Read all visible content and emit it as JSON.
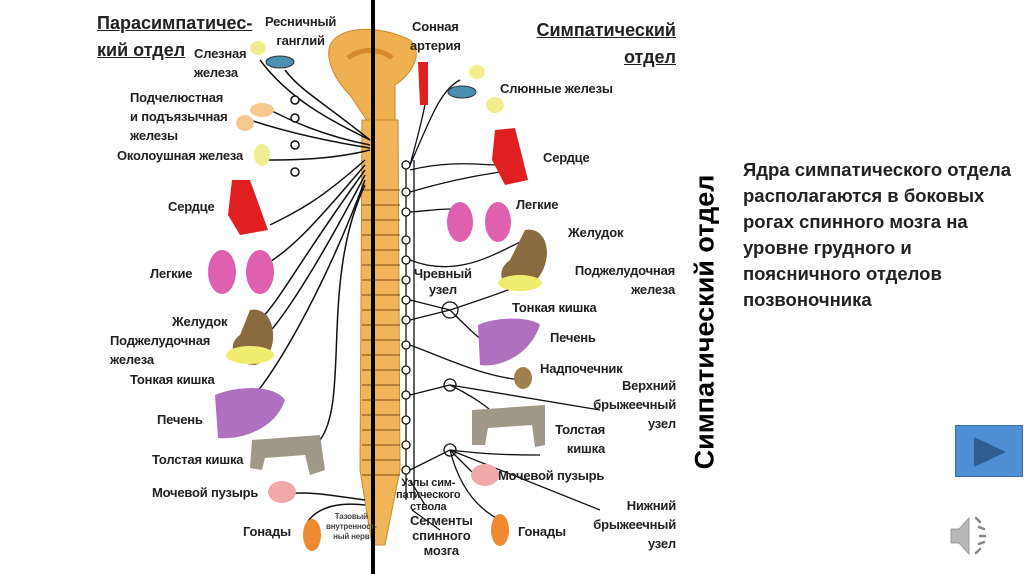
{
  "diagram": {
    "parasympathetic": {
      "title_line1": "Парасимпатичес-",
      "title_line2": "кий отдел",
      "labels": {
        "ciliary_ganglion_1": "Ресничный",
        "ciliary_ganglion_2": "ганглий",
        "lacrimal_1": "Слезная",
        "lacrimal_2": "железа",
        "submandibular_1": "Подчелюстная",
        "submandibular_2": "и подъязычная",
        "submandibular_3": "железы",
        "parotid": "Околоушная железа",
        "heart": "Сердце",
        "lungs": "Легкие",
        "stomach": "Желудок",
        "pancreas_1": "Поджелудочная",
        "pancreas_2": "железа",
        "small_intestine": "Тонкая кишка",
        "liver": "Печень",
        "large_intestine": "Толстая кишка",
        "bladder": "Мочевой пузырь",
        "gonads": "Гонады",
        "pelvic_nerve_1": "Тазовый",
        "pelvic_nerve_2": "внутренност-",
        "pelvic_nerve_3": "ный нерв"
      }
    },
    "sympathetic": {
      "title_line1": "Симпатический",
      "title_line2": "отдел",
      "labels": {
        "carotid_1": "Сонная",
        "carotid_2": "артерия",
        "salivary": "Слюнные железы",
        "heart": "Сердце",
        "lungs": "Легкие",
        "stomach": "Желудок",
        "pancreas_1": "Поджелудочная",
        "pancreas_2": "железа",
        "celiac_1": "Чревный",
        "celiac_2": "узел",
        "small_intestine": "Тонкая кишка",
        "liver": "Печень",
        "adrenal": "Надпочечник",
        "sup_mesenteric_1": "Верхний",
        "sup_mesenteric_2": "брыжеечный",
        "sup_mesenteric_3": "узел",
        "large_intestine_1": "Толстая",
        "large_intestine_2": "кишка",
        "bladder": "Мочевой пузырь",
        "inf_mesenteric_1": "Нижний",
        "inf_mesenteric_2": "брыжеечный",
        "inf_mesenteric_3": "узел",
        "trunk_nodes_1": "Узлы сим-",
        "trunk_nodes_2": "патического",
        "trunk_nodes_3": "ствола",
        "segments_1": "Сегменты",
        "segments_2": "спинного",
        "segments_3": "мозга",
        "gonads": "Гонады"
      }
    }
  },
  "slide": {
    "vertical_title": "Симпатический отдел",
    "paragraph": "Ядра симпатического отдела располагаются в боковых рогах спинного мозга на уровне грудного и поясничного отделов позвоночника"
  },
  "controls": {
    "next_icon": "play-triangle-icon",
    "sound_icon": "speaker-icon"
  },
  "colors": {
    "spine": "#e8a848",
    "heart": "#e02020",
    "lungs": "#e060b0",
    "stomach": "#8a6a40",
    "pancreas": "#f0ec70",
    "liver": "#b070c0",
    "colon": "#a09888",
    "bladder": "#f0a8a8",
    "gonads": "#f08a30",
    "button": "#4f8fd6"
  }
}
